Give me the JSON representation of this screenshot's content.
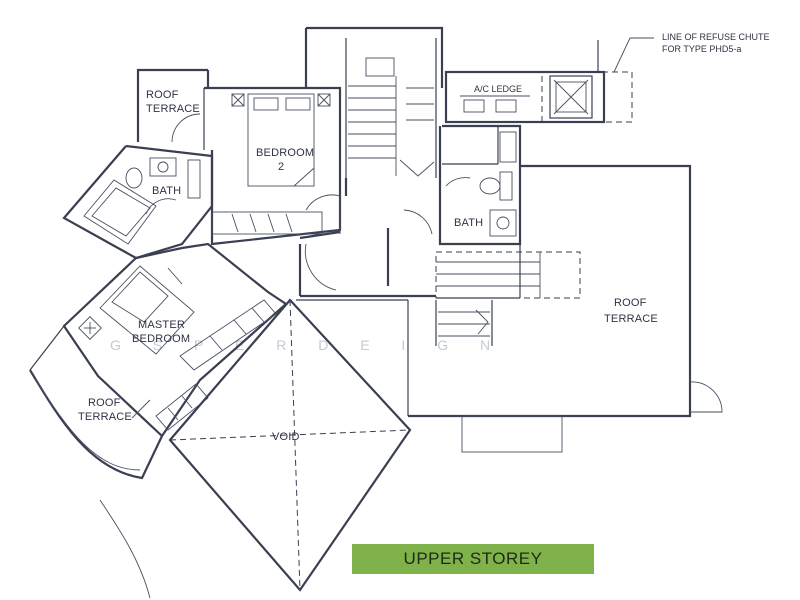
{
  "labels": {
    "roof_terrace_top": [
      "ROOF",
      "TERRACE"
    ],
    "bedroom2": [
      "BEDROOM",
      "2"
    ],
    "bath_left": "BATH",
    "ac_ledge": "A/C LEDGE",
    "refuse_note": [
      "LINE OF REFUSE CHUTE",
      "FOR TYPE PHD5-a"
    ],
    "bath_right": "BATH",
    "master_bedroom": [
      "MASTER",
      "BEDROOM"
    ],
    "roof_terrace_right": [
      "ROOF",
      "TERRACE"
    ],
    "roof_terrace_left": [
      "ROOF",
      "TERRACE"
    ],
    "void": "VOID",
    "watermark": "G  S P E R   D E  I G N"
  },
  "banner": {
    "title": "UPPER STOREY",
    "color": "#7fb24a"
  }
}
